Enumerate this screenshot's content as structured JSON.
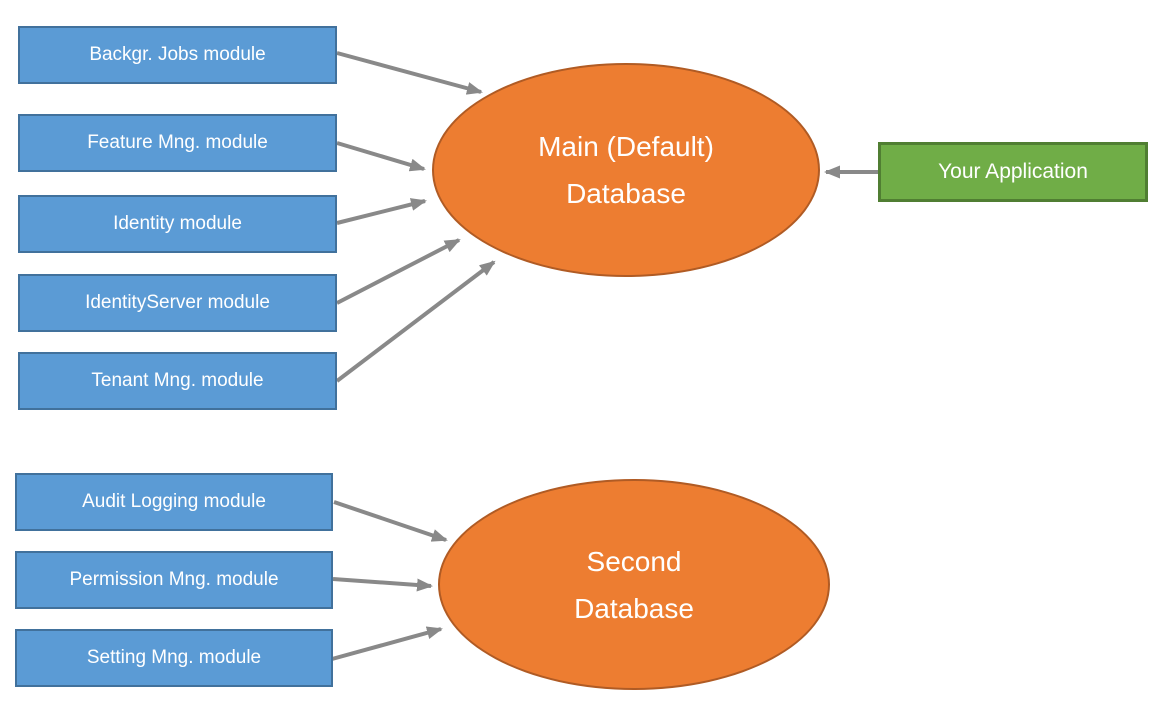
{
  "diagram": {
    "top_modules": [
      {
        "label": "Backgr. Jobs module"
      },
      {
        "label": "Feature Mng. module"
      },
      {
        "label": "Identity module"
      },
      {
        "label": "IdentityServer module"
      },
      {
        "label": "Tenant Mng. module"
      }
    ],
    "bottom_modules": [
      {
        "label": "Audit Logging module"
      },
      {
        "label": "Permission Mng. module"
      },
      {
        "label": "Setting Mng. module"
      }
    ],
    "databases": [
      {
        "id": "main-database",
        "lines": [
          "Main (Default)",
          "Database"
        ]
      },
      {
        "id": "second-database",
        "lines": [
          "Second",
          "Database"
        ]
      }
    ],
    "application": {
      "label": "Your Application"
    },
    "edges": [
      {
        "from": "backgr-jobs-module",
        "to": "main-database"
      },
      {
        "from": "feature-mng-module",
        "to": "main-database"
      },
      {
        "from": "identity-module",
        "to": "main-database"
      },
      {
        "from": "identityserver-module",
        "to": "main-database"
      },
      {
        "from": "tenant-mng-module",
        "to": "main-database"
      },
      {
        "from": "audit-logging-module",
        "to": "second-database"
      },
      {
        "from": "permission-mng-module",
        "to": "second-database"
      },
      {
        "from": "setting-mng-module",
        "to": "second-database"
      },
      {
        "from": "your-application",
        "to": "main-database"
      }
    ],
    "colors": {
      "background": "#ffffff",
      "module_fill": "#5b9bd5",
      "module_border": "#41719c",
      "database_fill": "#ed7d31",
      "database_border": "#b05b24",
      "application_fill": "#70ad47",
      "application_border": "#507e32",
      "connector": "#898989",
      "text": "#ffffff"
    }
  }
}
